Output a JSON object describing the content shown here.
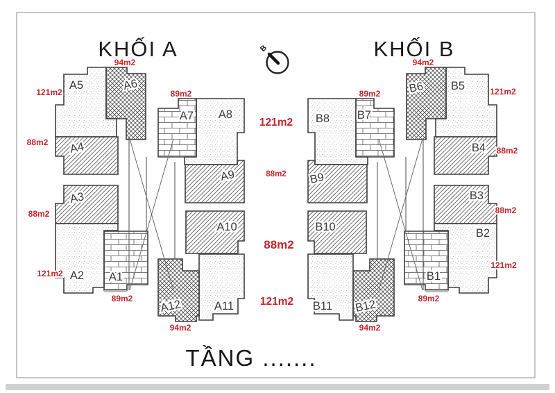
{
  "page": {
    "title_block_a": "KHỐI A",
    "title_block_b": "KHỐI B",
    "floor_label": "TẦNG .......",
    "compass_letter": "B"
  },
  "colors": {
    "area_label_red": "#c3262c",
    "outline": "#3f3f3f",
    "unit_text": "#3a3a3a",
    "frame": "#b4b4b4"
  },
  "units": [
    {
      "label": "A5",
      "area": "121m2",
      "pattern": "stipple"
    },
    {
      "label": "A6",
      "area": "94m2",
      "pattern": "crosshatch"
    },
    {
      "label": "A7",
      "area": "89m2",
      "pattern": "brick"
    },
    {
      "label": "A8",
      "area": "121m2",
      "pattern": "stipple"
    },
    {
      "label": "A4",
      "area": "88m2",
      "pattern": "diagonal"
    },
    {
      "label": "A3",
      "area": "88m2",
      "pattern": "diagonal"
    },
    {
      "label": "A9",
      "area": "88m2",
      "pattern": "diagonal"
    },
    {
      "label": "A10",
      "area": "88m2",
      "pattern": "diagonal"
    },
    {
      "label": "A2",
      "area": "121m2",
      "pattern": "stipple"
    },
    {
      "label": "A1",
      "area": "89m2",
      "pattern": "brick"
    },
    {
      "label": "A12",
      "area": "94m2",
      "pattern": "crosshatch"
    },
    {
      "label": "A11",
      "area": "121m2",
      "pattern": "stipple"
    },
    {
      "label": "B8",
      "area": "121m2",
      "pattern": "stipple"
    },
    {
      "label": "B7",
      "area": "89m2",
      "pattern": "brick"
    },
    {
      "label": "B6",
      "area": "94m2",
      "pattern": "crosshatch"
    },
    {
      "label": "B5",
      "area": "121m2",
      "pattern": "stipple"
    },
    {
      "label": "B9",
      "area": "88m2",
      "pattern": "diagonal"
    },
    {
      "label": "B4",
      "area": "88m2",
      "pattern": "diagonal"
    },
    {
      "label": "B10",
      "area": "88m2",
      "pattern": "diagonal"
    },
    {
      "label": "B3",
      "area": "88m2",
      "pattern": "diagonal"
    },
    {
      "label": "B2",
      "area": "121m2",
      "pattern": "stipple"
    },
    {
      "label": "B1",
      "area": "89m2",
      "pattern": "brick"
    },
    {
      "label": "B12",
      "area": "94m2",
      "pattern": "crosshatch"
    },
    {
      "label": "B11",
      "area": "121m2",
      "pattern": "stipple"
    }
  ],
  "area_labels": [
    {
      "text": "94m2",
      "for": "A6"
    },
    {
      "text": "121m2",
      "for": "A5"
    },
    {
      "text": "89m2",
      "for": "A7"
    },
    {
      "text": "88m2",
      "for": "A4"
    },
    {
      "text": "88m2",
      "for": "A3"
    },
    {
      "text": "121m2",
      "for": "A2"
    },
    {
      "text": "89m2",
      "for": "A1"
    },
    {
      "text": "94m2",
      "for": "A12"
    },
    {
      "text": "94m2",
      "for": "B6"
    },
    {
      "text": "121m2",
      "for": "B5"
    },
    {
      "text": "89m2",
      "for": "B7"
    },
    {
      "text": "88m2",
      "for": "B4"
    },
    {
      "text": "88m2",
      "for": "B3"
    },
    {
      "text": "121m2",
      "for": "B2"
    },
    {
      "text": "89m2",
      "for": "B1"
    },
    {
      "text": "94m2",
      "for": "B12"
    }
  ],
  "center_area_labels": [
    {
      "text": "121m2"
    },
    {
      "text": "88m2"
    },
    {
      "text": "88m2"
    },
    {
      "text": "121m2"
    }
  ]
}
